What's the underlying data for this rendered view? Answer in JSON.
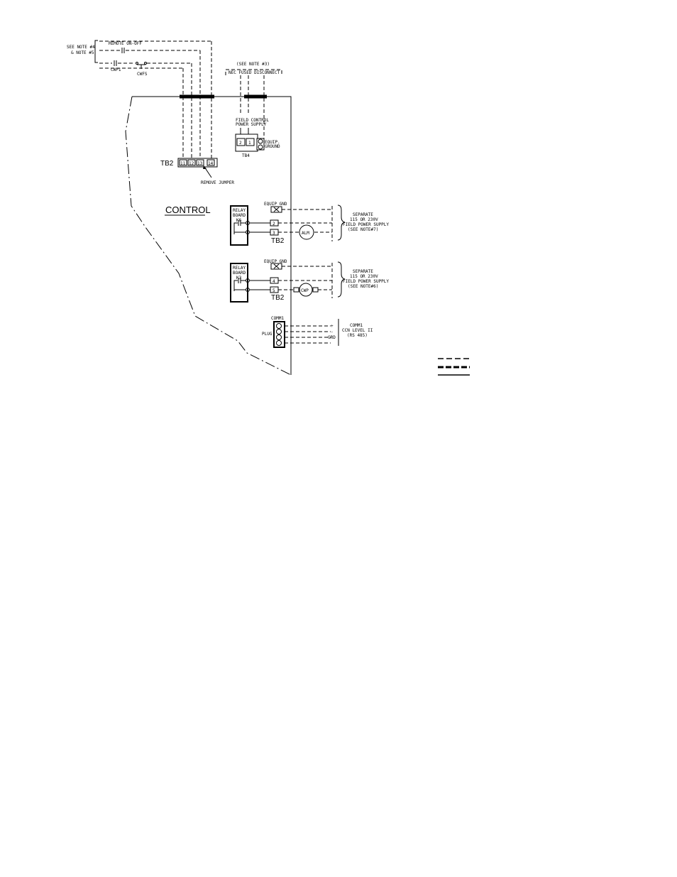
{
  "notes": {
    "see_note_4": "SEE NOTE #4",
    "and_note_5": "& NOTE #5",
    "remote_on_off": "REMOTE ON-OFF",
    "cwp1": "CWP1",
    "cwfs": "CWFS",
    "see_note_3": "(SEE NOTE #3)",
    "nec_fused_disconnect": "NEC FUSED DISCONNECT"
  },
  "tb4": {
    "field_control": "FIELD CONTROL",
    "power_supply": "POWER SUPPLY",
    "terminals": [
      "2",
      "1"
    ],
    "equip": "EQUIP.",
    "ground": "GROUND",
    "label": "TB4"
  },
  "tb2_top": {
    "label": "TB2",
    "terminals": [
      "11",
      "12",
      "13",
      "14"
    ],
    "remove_jumper": "REMOVE JUMPER"
  },
  "control_label": "CONTROL",
  "relay1": {
    "line1": "RELAY",
    "line2": "BOARD",
    "line3": "K6",
    "equip_gnd": "EQUIP GND",
    "terminals": [
      "2",
      "3"
    ],
    "tb2": "TB2",
    "device": "ALM",
    "supply": [
      "SEPARATE",
      "115 OR 230V",
      "FIELD POWER SUPPLY",
      "(SEE NOTE#7)"
    ]
  },
  "relay2": {
    "line1": "RELAY",
    "line2": "BOARD",
    "line3": "K3",
    "equip_gnd": "EQUIP GND",
    "terminals": [
      "4",
      "5"
    ],
    "tb2": "TB2",
    "device": "CWP",
    "supply": [
      "SEPARATE",
      "115 OR 230V",
      "FIELD POWER SUPPLY",
      "(SEE NOTE#6)"
    ]
  },
  "comm": {
    "title": "COMM1",
    "plug": "PLUG",
    "pins": [
      "+",
      "-",
      "GRD"
    ],
    "gnd": "GRD",
    "desc": [
      "COMM1",
      "CCN LEVEL II",
      "(RS 485)"
    ]
  }
}
